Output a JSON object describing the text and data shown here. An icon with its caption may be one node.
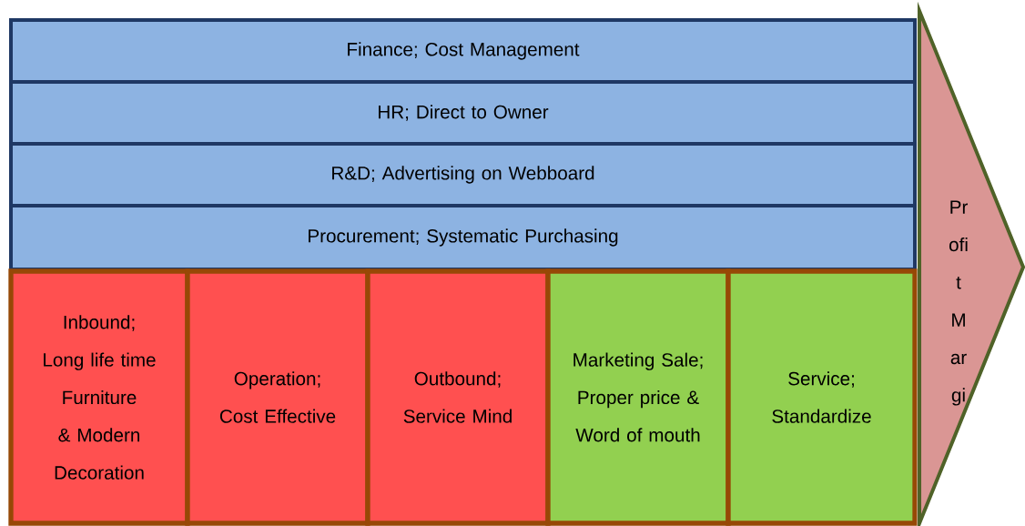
{
  "diagram": {
    "nodes": [
      {
        "text": [
          "Finance; Cost Management"
        ]
      },
      {
        "text": [
          "HR; Direct to Owner"
        ]
      },
      {
        "text": [
          "R&D; Advertising on Webboard"
        ]
      },
      {
        "text": [
          "Procurement; Systematic Purchasing"
        ]
      },
      {
        "text": [
          "Inbound; Long life time Furniture & Modern Decoration"
        ]
      },
      {
        "text": [
          "Operation; Cost Effective"
        ]
      },
      {
        "text": [
          "Outbound; Service Mind"
        ]
      },
      {
        "text": [
          "Marketing Sale; Proper price & Word of mouth"
        ]
      },
      {
        "text": [
          "Service; Standardize"
        ]
      },
      {
        "text": [
          "Pr ofi t M ar gi"
        ]
      }
    ]
  }
}
